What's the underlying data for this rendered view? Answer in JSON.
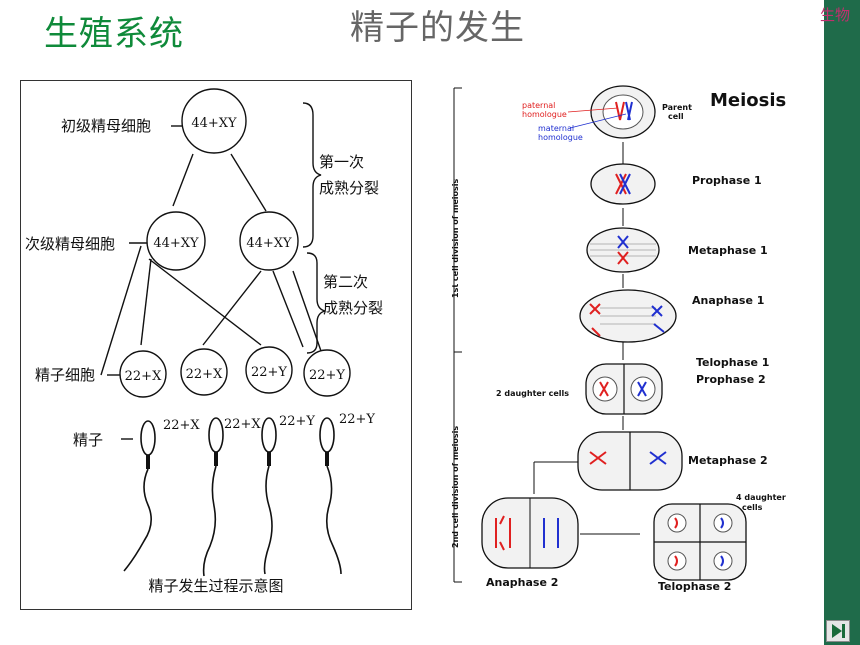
{
  "slide": {
    "title": "生殖系统",
    "subtitle": "精子的发生",
    "corner_label": "生物"
  },
  "left_diagram": {
    "primary_label": "初级精母细胞",
    "primary_cell": "44+XY",
    "division1": [
      "第一次",
      "成熟分裂"
    ],
    "secondary_label": "次级精母细胞",
    "secondary_cells": [
      "44+XY",
      "44+XY"
    ],
    "division2": [
      "第二次",
      "成熟分裂"
    ],
    "spermatid_label": "精子细胞",
    "spermatid_cells": [
      "22+X",
      "22+X",
      "22+Y",
      "22+Y"
    ],
    "sperm_label": "精子",
    "sperm_cells": [
      "22+X",
      "22+X",
      "22+Y",
      "22+Y"
    ],
    "caption": "精子发生过程示意图"
  },
  "right_diagram": {
    "title": "Meiosis",
    "parent_label": [
      "Parent",
      "cell"
    ],
    "paternal_label": [
      "paternal",
      "homologue"
    ],
    "maternal_label": [
      "maternal",
      "homologue"
    ],
    "first_division": "1st cell division of meiosis",
    "second_division": "2nd cell division of meiosis",
    "stages": [
      "Prophase 1",
      "Metaphase 1",
      "Anaphase 1",
      "Telophase 1",
      "Prophase 2",
      "Metaphase 2",
      "Anaphase 2",
      "Telophase 2"
    ],
    "two_daughter": "2 daughter cells",
    "four_daughter": [
      "4 daughter",
      "cells"
    ],
    "colors": {
      "paternal": "#e02020",
      "maternal": "#2030d0"
    }
  },
  "colors": {
    "title": "#0f8a3a",
    "sidebar": "#1f6b4a",
    "corner": "#c0306e"
  }
}
